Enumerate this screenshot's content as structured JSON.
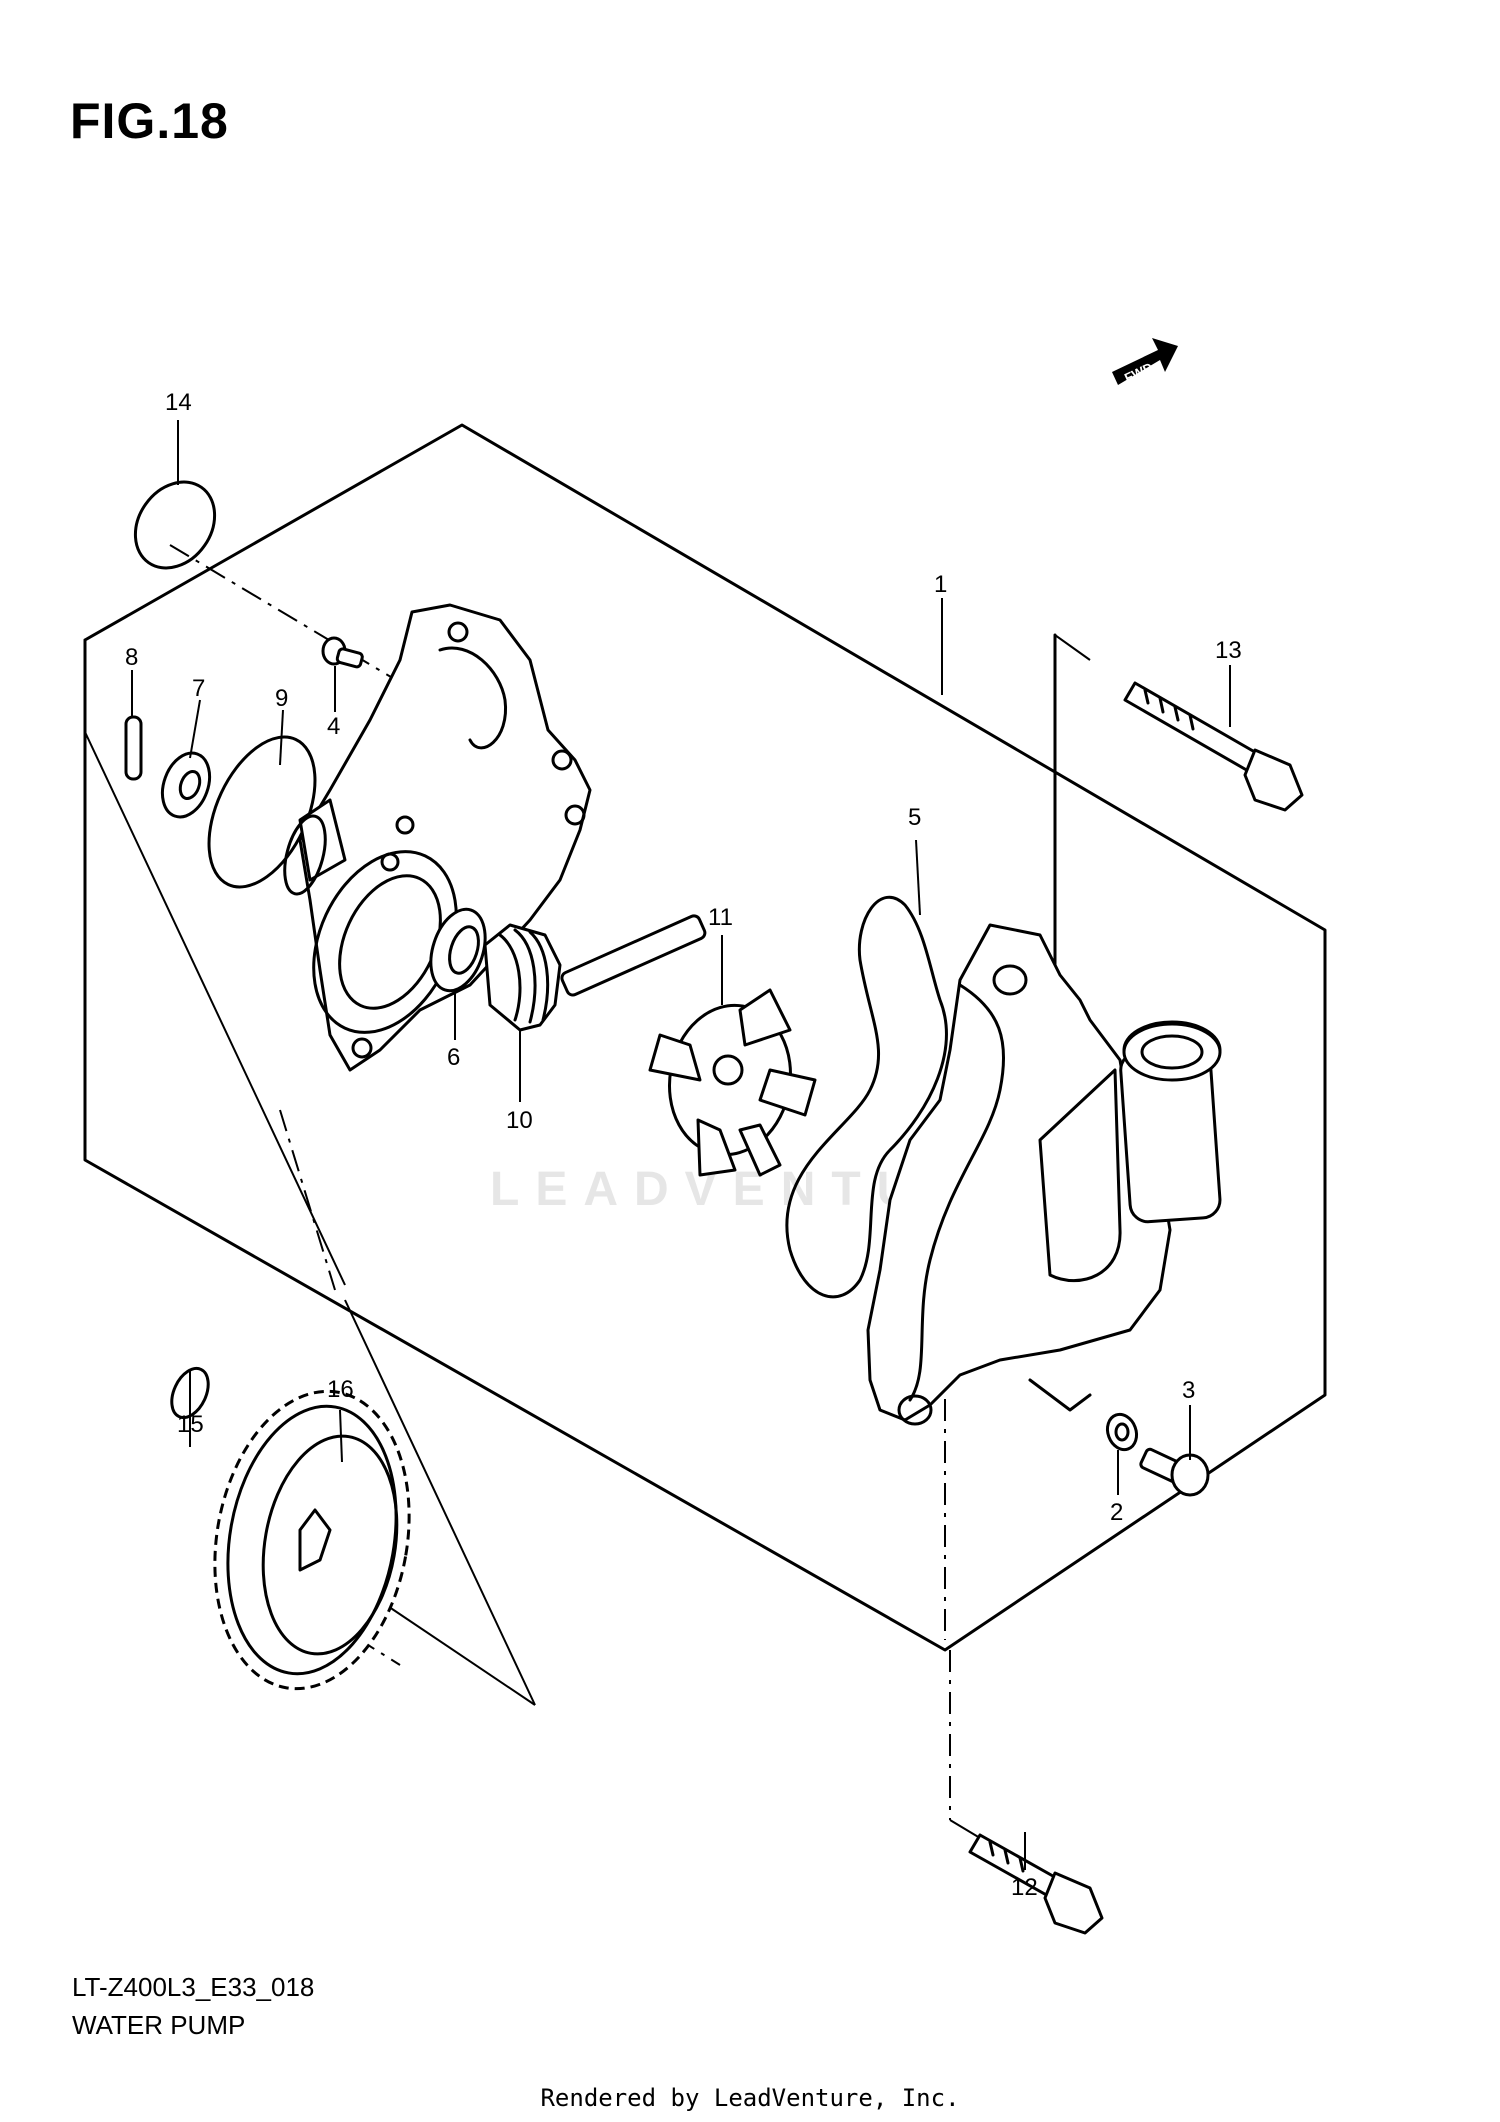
{
  "figure_title": "FIG.18",
  "diagram_code": "LT-Z400L3_E33_018",
  "diagram_title": "WATER PUMP",
  "rendered_by": "Rendered by LeadVenture, Inc.",
  "watermark": "LEADVENTURE",
  "direction_marker": "FWD",
  "callouts": [
    "1",
    "2",
    "3",
    "4",
    "5",
    "6",
    "7",
    "8",
    "9",
    "10",
    "11",
    "12",
    "13",
    "14",
    "15",
    "16"
  ],
  "colors": {
    "line": "#000000",
    "background": "#ffffff",
    "watermark": "#e6e6e6"
  }
}
